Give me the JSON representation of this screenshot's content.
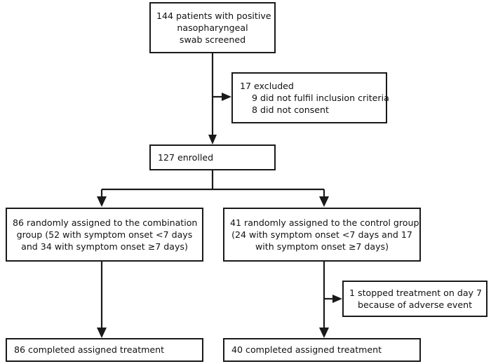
{
  "diagram": {
    "title": "Trial profile flow diagram",
    "type": "flowchart",
    "accent_color": "#1a1a1a",
    "background_color": "#ffffff"
  },
  "nodes": {
    "screened": {
      "lines": [
        "144 patients with positive",
        "nasopharyngeal",
        "swab screened"
      ]
    },
    "excluded": {
      "lines": [
        "17 excluded",
        "9 did not fulfil inclusion criteria",
        "8 did not consent"
      ]
    },
    "enrolled": {
      "lines": [
        "127 enrolled"
      ]
    },
    "combination_group": {
      "lines": [
        "86 randomly assigned to the combination",
        "group (52 with symptom onset <7 days",
        "and 34 with symptom onset ≥7 days)"
      ]
    },
    "control_group": {
      "lines": [
        "41 randomly assigned to the control group",
        "(24 with symptom onset <7 days and 17",
        "with symptom onset ≥7 days)"
      ]
    },
    "stopped_treatment": {
      "lines": [
        "1 stopped treatment on day 7",
        "because of adverse event"
      ]
    },
    "completed_combination": {
      "lines": [
        "86 completed assigned treatment"
      ]
    },
    "completed_control": {
      "lines": [
        "40 completed assigned treatment"
      ]
    }
  }
}
